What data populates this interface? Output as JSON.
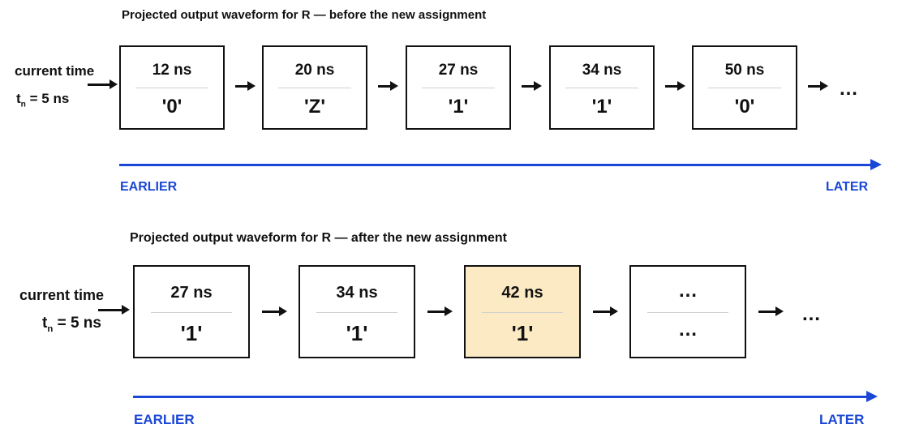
{
  "before": {
    "title": "Projected output waveform for R — before the new assignment",
    "current_time_label": "current time",
    "tn_var": "t",
    "tn_sub": "n",
    "tn_value": "= 5 ns",
    "slots": [
      {
        "time": "12 ns",
        "value": "'0'",
        "highlight": false
      },
      {
        "time": "20 ns",
        "value": "'Z'",
        "highlight": false
      },
      {
        "time": "27 ns",
        "value": "'1'",
        "highlight": false
      },
      {
        "time": "34 ns",
        "value": "'1'",
        "highlight": false
      },
      {
        "time": "50 ns",
        "value": "'0'",
        "highlight": false
      }
    ],
    "more": "…",
    "earlier": "EARLIER",
    "later": "LATER"
  },
  "after": {
    "title": "Projected output waveform for R — after the new assignment",
    "current_time_label": "current time",
    "tn_var": "t",
    "tn_sub": "n",
    "tn_value": "= 5 ns",
    "slots": [
      {
        "time": "27 ns",
        "value": "'1'",
        "highlight": false
      },
      {
        "time": "34 ns",
        "value": "'1'",
        "highlight": false
      },
      {
        "time": "42 ns",
        "value": "'1'",
        "highlight": true
      },
      {
        "time": "…",
        "value": "…",
        "highlight": false
      }
    ],
    "more": "…",
    "earlier": "EARLIER",
    "later": "LATER"
  },
  "colors": {
    "timeline": "#1a47d6",
    "highlight_fill": "#fbeac3",
    "border": "#111111"
  }
}
